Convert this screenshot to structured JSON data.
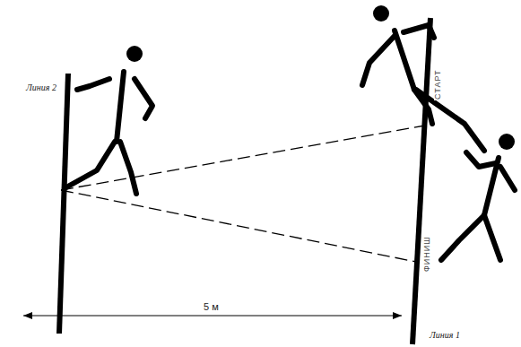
{
  "diagram": {
    "labels": [
      "Линия 2",
      "СТАРТ",
      "ФИНИШ",
      "5 м",
      "Линия 1"
    ]
  }
}
